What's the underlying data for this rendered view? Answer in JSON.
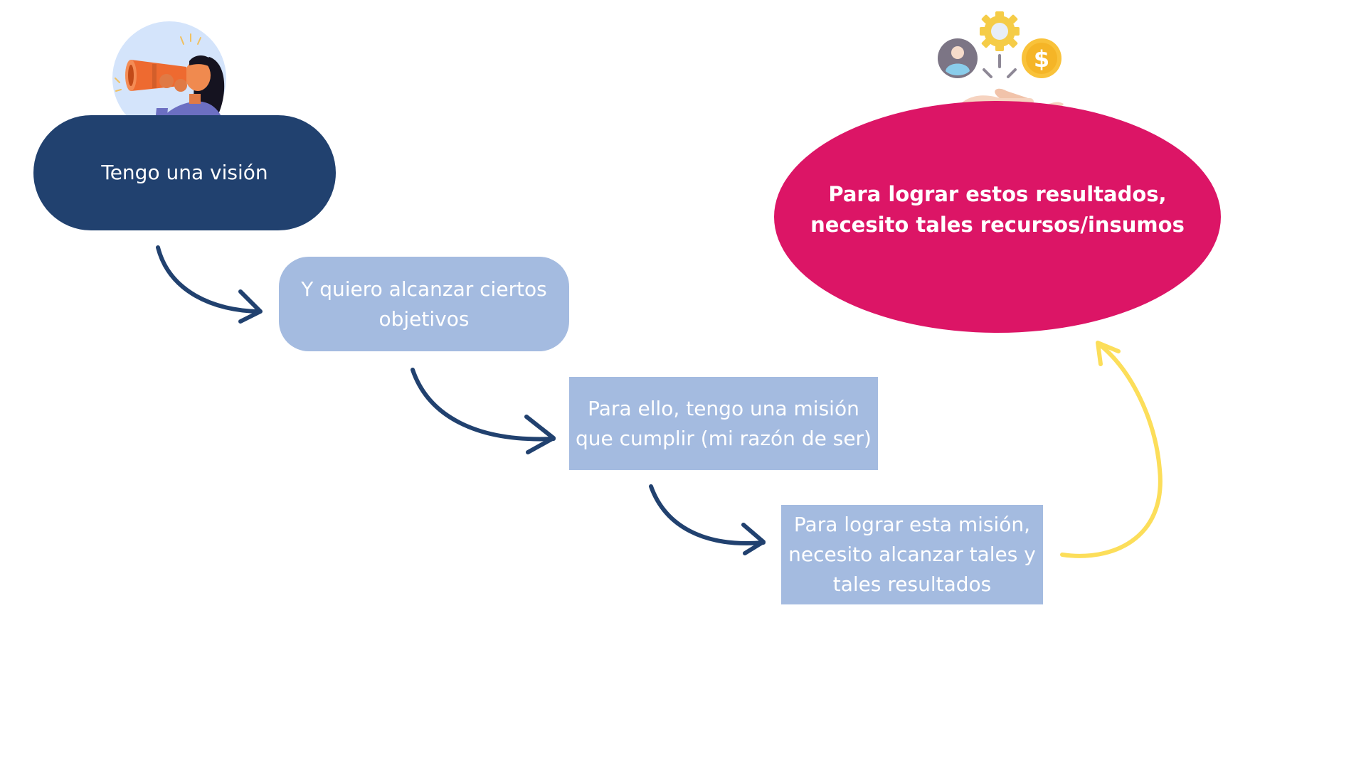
{
  "diagram": {
    "steps": [
      {
        "id": "vision",
        "label": "Tengo una visión",
        "color": "#21416F"
      },
      {
        "id": "objectives",
        "label": "Y quiero alcanzar ciertos\nobjetivos",
        "color": "#A4BBE0"
      },
      {
        "id": "mission",
        "label": "Para ello, tengo una misión\nque cumplir (mi razón de ser)",
        "color": "#A4BBE0"
      },
      {
        "id": "results",
        "label": "Para lograr esta misión,\nnecesito alcanzar tales y\ntales resultados",
        "color": "#A4BBE0"
      },
      {
        "id": "resources",
        "label": "Para lograr estos resultados,\nnecesito tales recursos/insumos",
        "color": "#DC1566"
      }
    ],
    "arrow_colors": {
      "primary": "#21416F",
      "feedback": "#FCDE5A"
    },
    "icons": [
      "woman-with-telescope-icon",
      "user-icon",
      "gear-icon",
      "dollar-coin-icon",
      "open-hand-icon"
    ]
  }
}
